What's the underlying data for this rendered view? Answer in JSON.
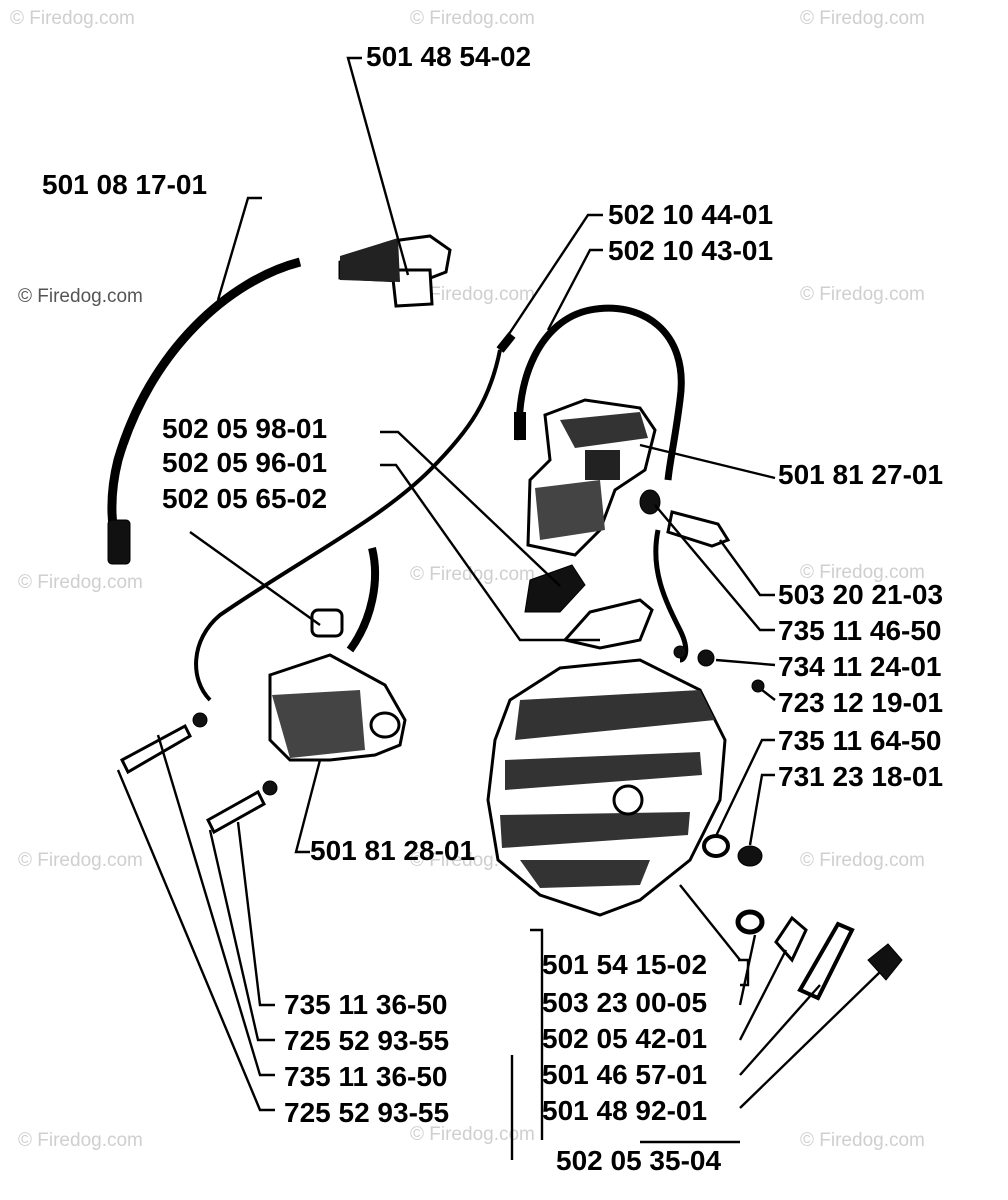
{
  "watermark": "© Firedog.com",
  "labels": {
    "p1": "501 48 54-02",
    "p2": "501 08 17-01",
    "p3": "502 10 44-01",
    "p4": "502 10 43-01",
    "p5": "502 05 98-01",
    "p6": "502 05 96-01",
    "p7": "502 05 65-02",
    "p8": "501 81 27-01",
    "p9": "503 20 21-03",
    "p10": "735 11 46-50",
    "p11": "734 11 24-01",
    "p12": "723 12 19-01",
    "p13": "735 11 64-50",
    "p14": "731 23 18-01",
    "p15": "501 81 28-01",
    "p16": "501 54 15-02",
    "p17": "503 23 00-05",
    "p18": "502 05 42-01",
    "p19": "501 46 57-01",
    "p20": "501 48 92-01",
    "p21": "502 05 35-04",
    "p22": "735 11 36-50",
    "p23": "725 52 93-55",
    "p24": "735 11 36-50",
    "p25": "725 52 93-55"
  }
}
